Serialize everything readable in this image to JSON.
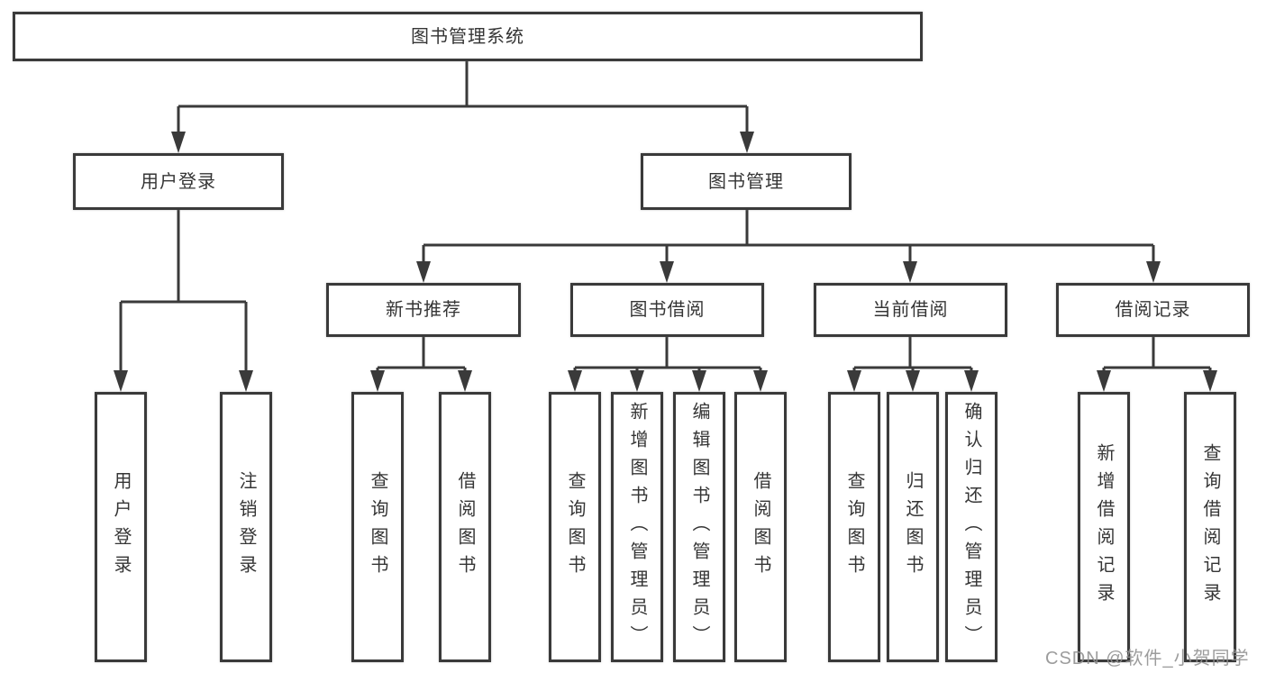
{
  "diagram_type": "feature-tree",
  "colors": {
    "line": "#3a3a3a",
    "box_border": "#3a3a3a",
    "text": "#353535",
    "background": "#ffffff",
    "watermark": "#919191"
  },
  "watermark": "CSDN @软件_小贺同学",
  "tree": {
    "label": "图书管理系统",
    "children": [
      {
        "label": "用户登录",
        "children": [
          {
            "label": "用户登录"
          },
          {
            "label": "注销登录"
          }
        ]
      },
      {
        "label": "图书管理",
        "children": [
          {
            "label": "新书推荐",
            "children": [
              {
                "label": "查询图书"
              },
              {
                "label": "借阅图书"
              }
            ]
          },
          {
            "label": "图书借阅",
            "children": [
              {
                "label": "查询图书"
              },
              {
                "label": "新增图书（管理员）"
              },
              {
                "label": "编辑图书（管理员）"
              },
              {
                "label": "借阅图书"
              }
            ]
          },
          {
            "label": "当前借阅",
            "children": [
              {
                "label": "查询图书"
              },
              {
                "label": "归还图书"
              },
              {
                "label": "确认归还（管理员）"
              }
            ]
          },
          {
            "label": "借阅记录",
            "children": [
              {
                "label": "新增借阅记录"
              },
              {
                "label": "查询借阅记录"
              }
            ]
          }
        ]
      }
    ]
  }
}
